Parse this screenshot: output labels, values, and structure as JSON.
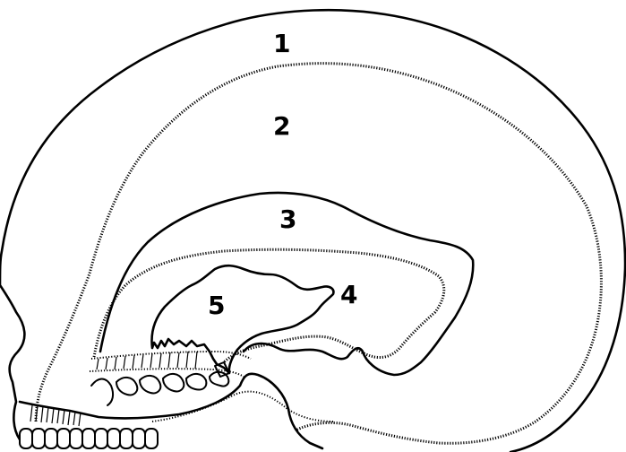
{
  "labels": {
    "region_1": "1",
    "region_2": "2",
    "region_3": "3",
    "region_4": "4",
    "region_5": "5"
  },
  "colors": {
    "ink": "#000000",
    "background": "#ffffff"
  }
}
